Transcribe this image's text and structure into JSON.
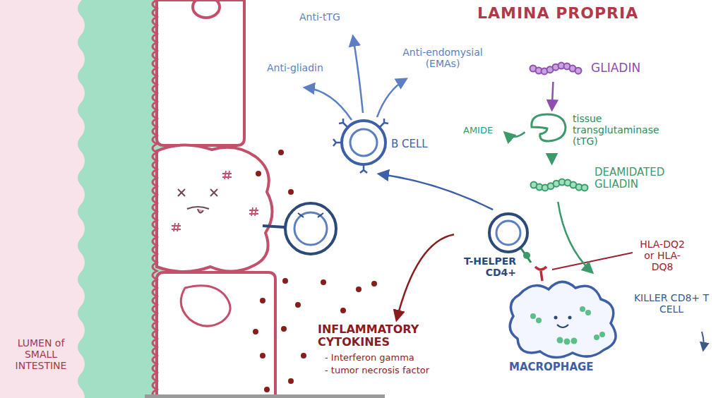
{
  "diagram": {
    "nodes": [
      {
        "text": [
          "GLIADIN"
        ]
      },
      {
        "text": [
          "tissue transglutaminase (tTG)"
        ]
      },
      {
        "text": [
          "DEAMIDATED GLIADIN"
        ]
      },
      {
        "text": [
          "AMIDE"
        ]
      },
      {
        "text": [
          "MACROPHAGE"
        ]
      },
      {
        "text": [
          "T-HELPER CD4+"
        ]
      },
      {
        "text": [
          "B CELL"
        ]
      },
      {
        "text": [
          "INFLAMMATORY CYTOKINES",
          "- Interferon gamma",
          "- tumor necrosis factor"
        ]
      }
    ],
    "edges": [
      {
        "from": 0,
        "to": 1,
        "arrow": "to"
      },
      {
        "from": 1,
        "to": 2,
        "arrow": "to"
      },
      {
        "from": 1,
        "to": 3,
        "arrow": "to"
      },
      {
        "from": 2,
        "to": 4,
        "arrow": "to"
      },
      {
        "from": 5,
        "to": 6,
        "arrow": "to"
      },
      {
        "from": 5,
        "to": 7,
        "arrow": "to"
      }
    ],
    "labels": [
      "LAMINA PROPRIA",
      "Anti-tTG",
      "Anti-gliadin",
      "Anti-endomysial (EMAs)",
      "HLA-DQ2 or HLA-DQ8",
      "KILLER CD8+ T CELL",
      "LUMEN of SMALL INTESTINE"
    ]
  }
}
